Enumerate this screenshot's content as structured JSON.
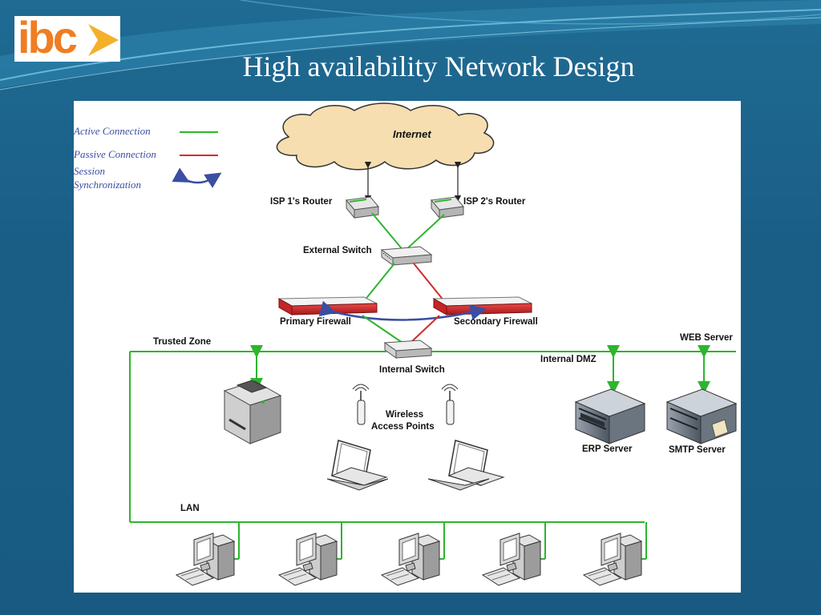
{
  "slide": {
    "title": "High availability Network Design",
    "logo_text": "ibc"
  },
  "legend": {
    "active": "Active Connection",
    "passive": "Passive Connection",
    "session_line1": "Session",
    "session_line2": "Synchronization"
  },
  "diagram": {
    "internet": "Internet",
    "isp1_router": "ISP 1's  Router",
    "isp2_router": "ISP 2's Router",
    "external_switch": "External Switch",
    "primary_firewall": "Primary Firewall",
    "secondary_firewall": "Secondary Firewall",
    "trusted_zone": "Trusted Zone",
    "internal_switch": "Internal Switch",
    "web_server": "WEB Server",
    "internal_dmz": "Internal DMZ",
    "wireless_line1": "Wireless",
    "wireless_line2": "Access Points",
    "erp_server": "ERP Server",
    "smtp_server": "SMTP Server",
    "lan": "LAN"
  },
  "colors": {
    "active": "#2db52d",
    "passive": "#d42a2a",
    "session": "#3b4ea3",
    "logo_orange": "#f07d22",
    "cloud": "#f6deb0"
  }
}
